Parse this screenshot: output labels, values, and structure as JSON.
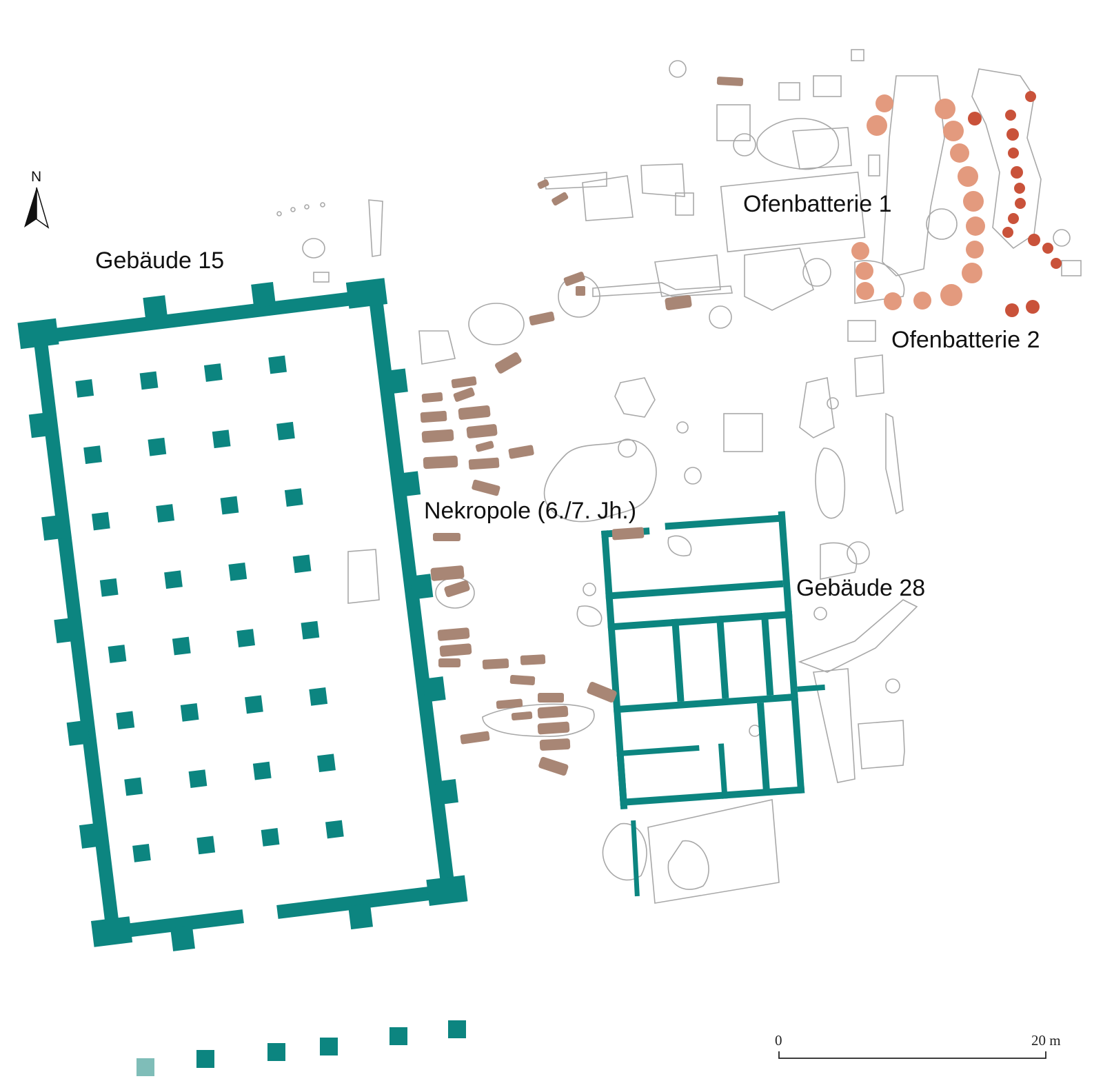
{
  "map": {
    "labels": {
      "building_15": "Gebäude 15",
      "building_28": "Gebäude 28",
      "necropolis": "Nekropole (6./7. Jh.)",
      "kiln_battery_1": "Ofenbatterie 1",
      "kiln_battery_2": "Ofenbatterie 2"
    },
    "north_arrow": {
      "letter": "N",
      "icon": "north-arrow-icon"
    },
    "scale_bar": {
      "start_label": "0",
      "end_label": "20 m",
      "length_m": 20
    },
    "colors": {
      "wall": "#0c8580",
      "wall_faded": "#7fbdb8",
      "grave": "#a88675",
      "kiln_battery_1": "#e39a7e",
      "kiln_battery_2": "#c9523a",
      "outline": "#a8a8a8"
    }
  }
}
